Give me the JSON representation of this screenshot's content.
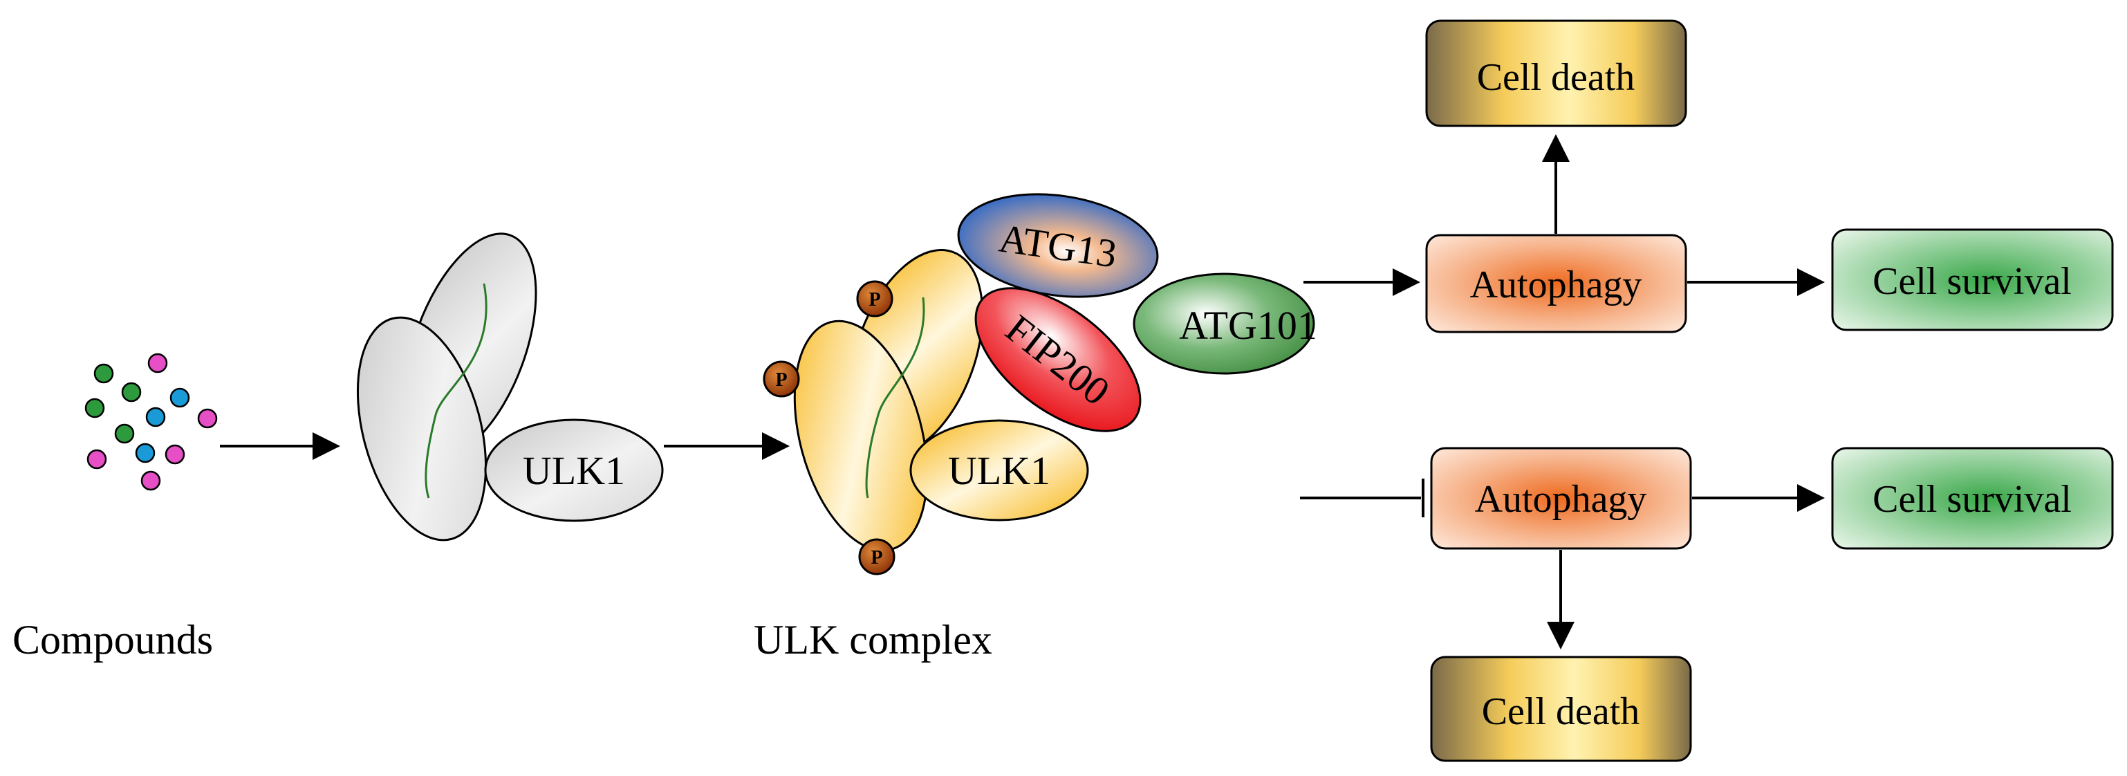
{
  "labels": {
    "compounds": "Compounds",
    "ulk_complex": "ULK complex",
    "ulk1": "ULK1",
    "atg13": "ATG13",
    "fip200": "FIP200",
    "atg101": "ATG101",
    "p": "P"
  },
  "pathway_top": {
    "autophagy": "Autophagy",
    "cell_death": "Cell death",
    "cell_survival": "Cell survival"
  },
  "pathway_bottom": {
    "autophagy": "Autophagy",
    "cell_death": "Cell death",
    "cell_survival": "Cell survival"
  },
  "colors": {
    "compound_green": "#2e9a3e",
    "compound_blue": "#1a9ad6",
    "compound_pink": "#e64fc6",
    "autophagy_orange": "#ee6a1f",
    "survival_green": "#3aa84a",
    "death_gold": "#ffd12a",
    "atg13_blue": "#2a66c9",
    "fip200_red": "#e8151b",
    "atg101_green": "#3f8a3f",
    "ulk_yellow": "#f7b414",
    "phospho_brown": "#b5480e"
  }
}
